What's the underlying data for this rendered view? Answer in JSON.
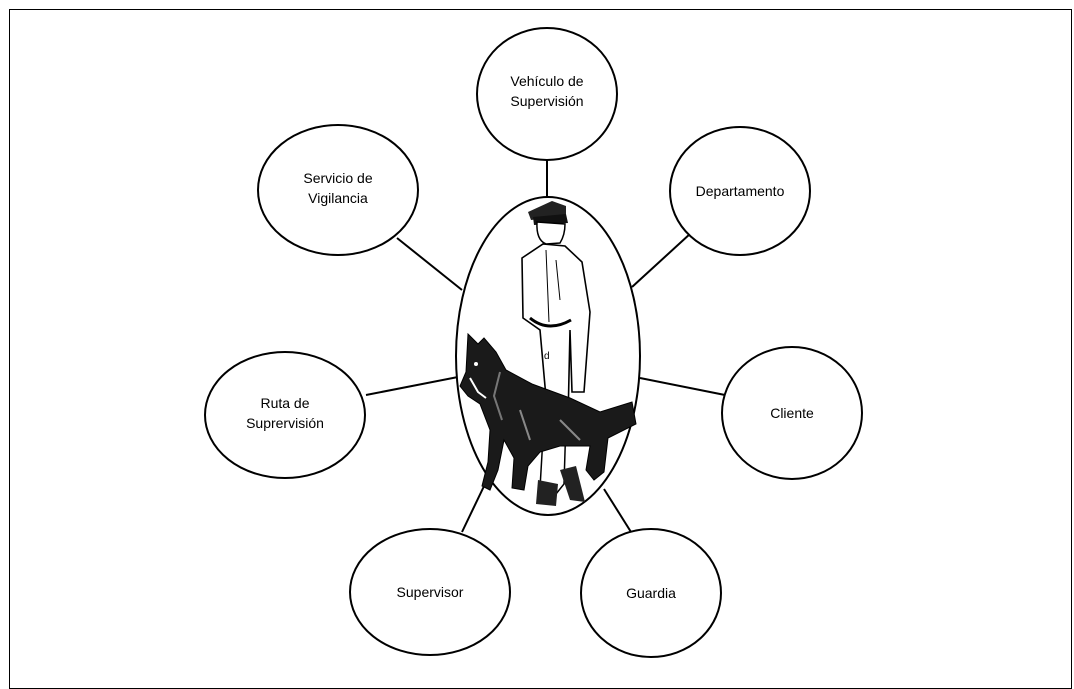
{
  "diagram": {
    "center_label": "d",
    "nodes": [
      {
        "id": "vehiculo",
        "lines": [
          "Vehículo de",
          "Supervisión"
        ]
      },
      {
        "id": "departamento",
        "lines": [
          "Departamento"
        ]
      },
      {
        "id": "cliente",
        "lines": [
          "Cliente"
        ]
      },
      {
        "id": "guardia",
        "lines": [
          "Guardia"
        ]
      },
      {
        "id": "supervisor",
        "lines": [
          "Supervisor"
        ]
      },
      {
        "id": "ruta",
        "lines": [
          "Ruta de",
          "Suprervisión"
        ]
      },
      {
        "id": "servicio",
        "lines": [
          "Servicio de",
          "Vigilancia"
        ]
      }
    ]
  }
}
